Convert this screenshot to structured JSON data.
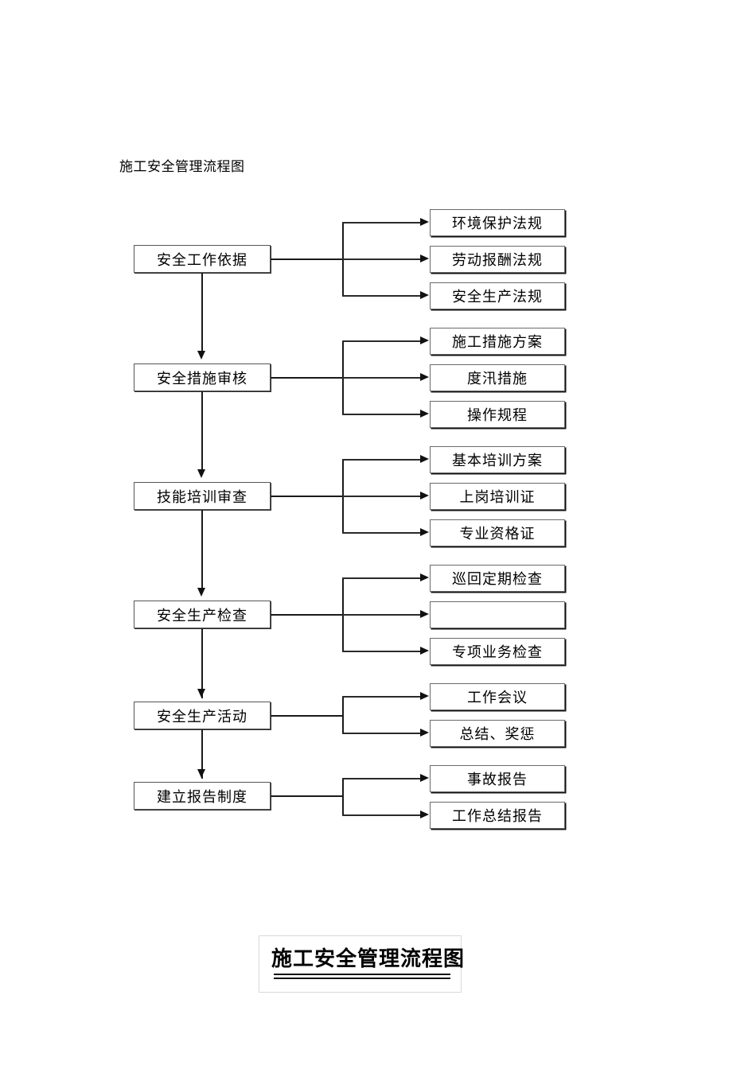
{
  "document": {
    "heading": "施工安全管理流程图",
    "caption": "施工安全管理流程图"
  },
  "colors": {
    "ink": "#111111",
    "box_border": "#3a3a3a",
    "page_background": "#ffffff",
    "caption_frame": "#d9d9d9"
  },
  "flow": {
    "stages": [
      {
        "id": "basis",
        "label": "安全工作依据",
        "outputs": [
          {
            "label": "环境保护法规"
          },
          {
            "label": "劳动报酬法规"
          },
          {
            "label": "安全生产法规"
          }
        ]
      },
      {
        "id": "measure-review",
        "label": "安全措施审核",
        "outputs": [
          {
            "label": "施工措施方案"
          },
          {
            "label": "度汛措施"
          },
          {
            "label": "操作规程"
          }
        ]
      },
      {
        "id": "training-review",
        "label": "技能培训审查",
        "outputs": [
          {
            "label": "基本培训方案"
          },
          {
            "label": "上岗培训证"
          },
          {
            "label": "专业资格证"
          }
        ]
      },
      {
        "id": "production-inspection",
        "label": "安全生产检查",
        "outputs": [
          {
            "label": "巡回定期检查"
          },
          {
            "label": ""
          },
          {
            "label": "专项业务检查"
          }
        ]
      },
      {
        "id": "production-activity",
        "label": "安全生产活动",
        "outputs": [
          {
            "label": "工作会议"
          },
          {
            "label": "总结、奖惩"
          }
        ]
      },
      {
        "id": "reporting-system",
        "label": "建立报告制度",
        "outputs": [
          {
            "label": "事故报告"
          },
          {
            "label": "工作总结报告"
          }
        ]
      }
    ]
  }
}
